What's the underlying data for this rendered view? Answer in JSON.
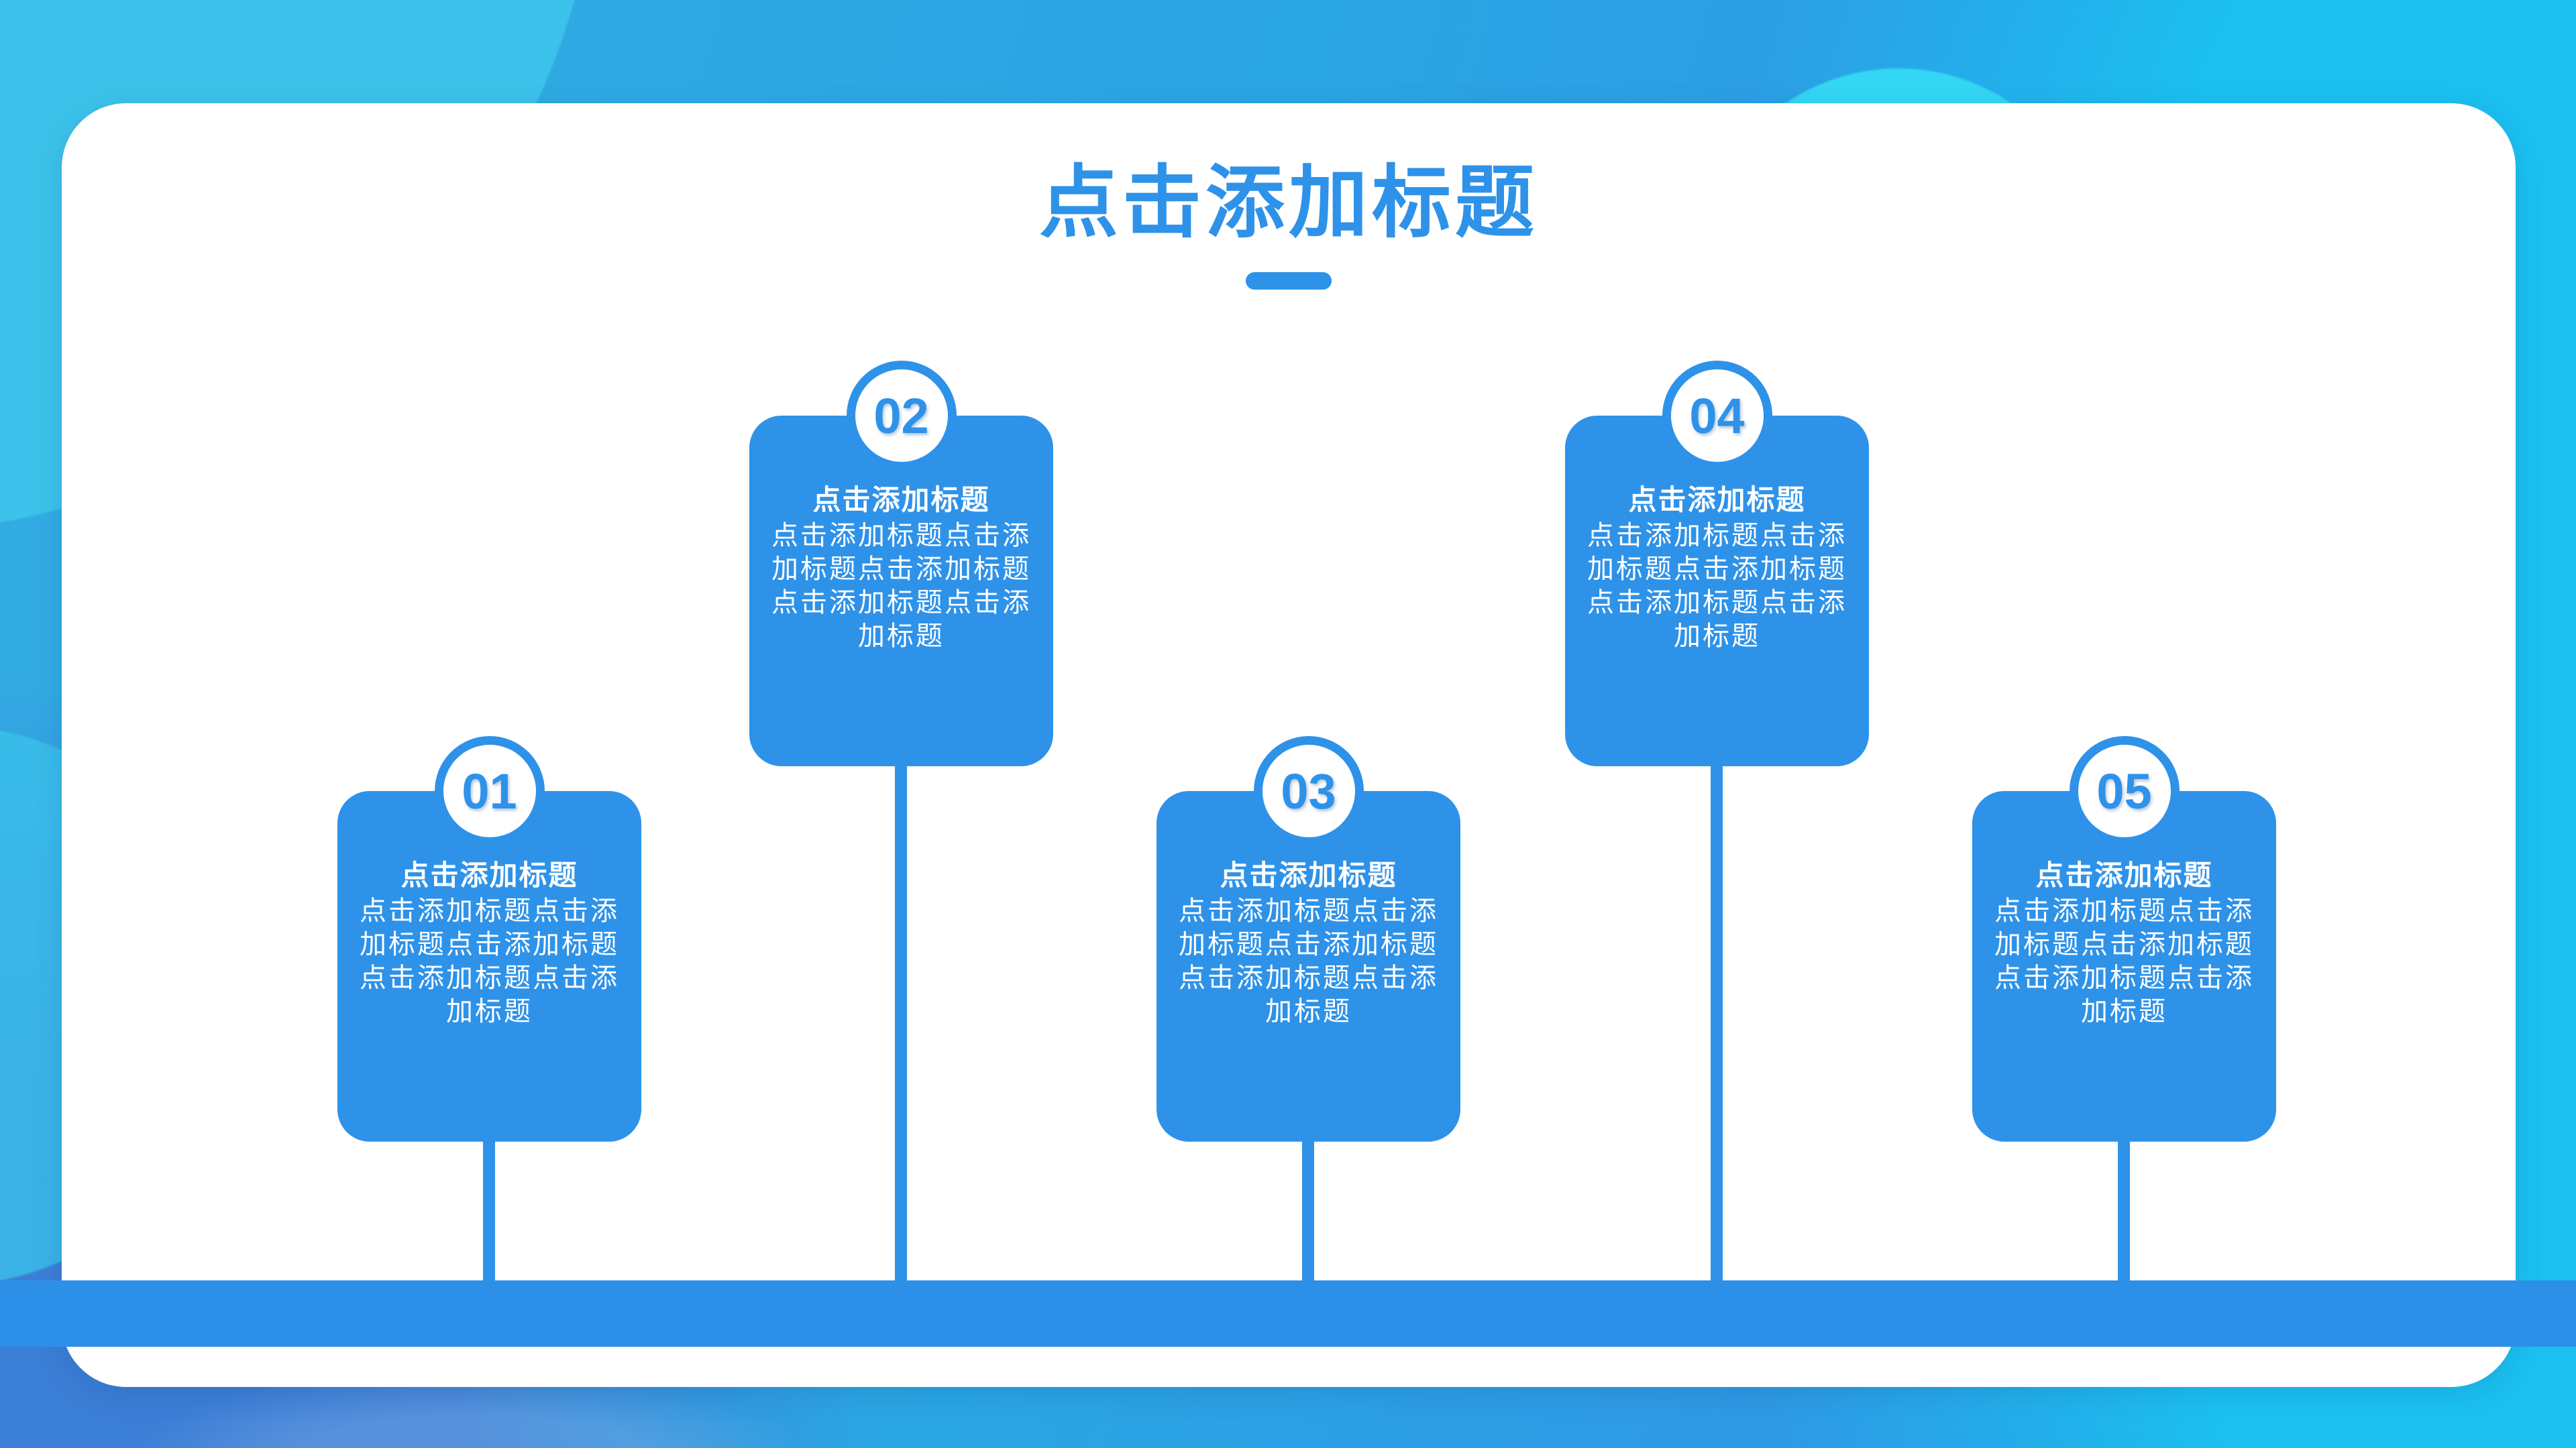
{
  "slide": {
    "title": "点击添加标题",
    "colors": {
      "accent": "#2E92E9",
      "baseline_bar": "#2C90E8",
      "panel": "#FFFFFF",
      "card_text": "#FFFFFF",
      "bg_cyan_light": "#33D6F3",
      "bg_cyan": "#2AB9E8",
      "bg_bright_cyan": "#1BC0F0",
      "bg_deep_blue": "#3B7ED6"
    },
    "steps": [
      {
        "number": "01",
        "heading": "点击添加标题",
        "body": "点击添加标题点击添加标题点击添加标题点击添加标题点击添加标题"
      },
      {
        "number": "02",
        "heading": "点击添加标题",
        "body": "点击添加标题点击添加标题点击添加标题点击添加标题点击添加标题"
      },
      {
        "number": "03",
        "heading": "点击添加标题",
        "body": "点击添加标题点击添加标题点击添加标题点击添加标题点击添加标题"
      },
      {
        "number": "04",
        "heading": "点击添加标题",
        "body": "点击添加标题点击添加标题点击添加标题点击添加标题点击添加标题"
      },
      {
        "number": "05",
        "heading": "点击添加标题",
        "body": "点击添加标题点击添加标题点击添加标题点击添加标题点击添加标题"
      }
    ]
  }
}
